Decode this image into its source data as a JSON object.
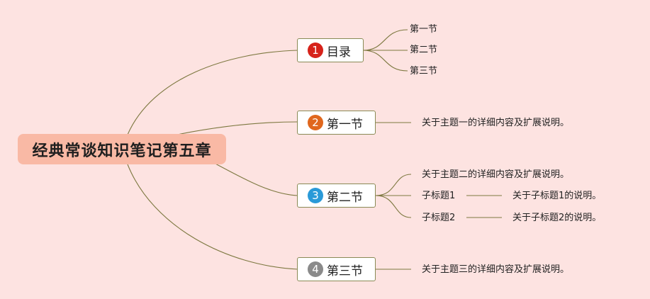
{
  "root": {
    "label": "经典常谈知识笔记第五章"
  },
  "branches": [
    {
      "number": "1",
      "label": "目录",
      "badge_color": "#d6221a",
      "children": [
        "第一节",
        "第二节",
        "第三节"
      ]
    },
    {
      "number": "2",
      "label": "第一节",
      "badge_color": "#e0671d",
      "children": [
        "关于主题一的详细内容及扩展说明。"
      ]
    },
    {
      "number": "3",
      "label": "第二节",
      "badge_color": "#2a9ad8",
      "children": [
        "关于主题二的详细内容及扩展说明。",
        "子标题1",
        "子标题2"
      ],
      "grandchildren": [
        "关于子标题1的说明。",
        "关于子标题2的说明。"
      ]
    },
    {
      "number": "4",
      "label": "第三节",
      "badge_color": "#8a8a8a",
      "children": [
        "关于主题三的详细内容及扩展说明。"
      ]
    }
  ],
  "colors": {
    "background": "#fde3e1",
    "root_fill": "#f9b9a5",
    "line": "#7d7840"
  }
}
